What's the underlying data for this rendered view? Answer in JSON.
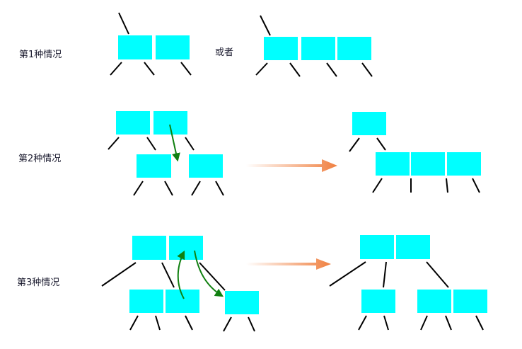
{
  "labels": {
    "case1": "第1种情况",
    "or": "或者",
    "case2": "第2种情况",
    "case3": "第3种情况"
  },
  "colors": {
    "node_fill": "#00ffff",
    "edge": "#000000",
    "green_arrow": "#108010",
    "transform_arrow": "#f08040"
  },
  "icons": {
    "transform_arrow": "gradient-right-arrow-icon",
    "key_move_arrow": "green-curved-arrow-icon"
  }
}
